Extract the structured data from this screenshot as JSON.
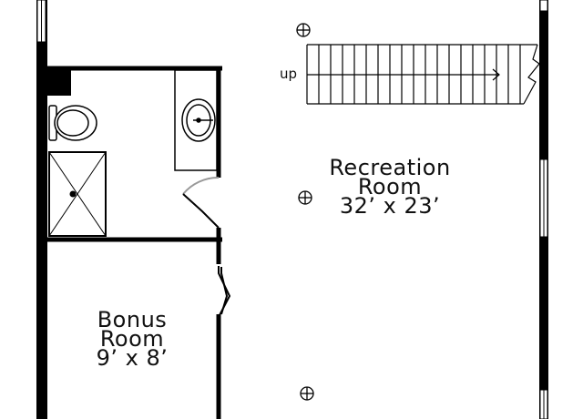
{
  "rooms": {
    "recreation": {
      "name_line1": "Recreation",
      "name_line2": "Room",
      "dimensions": "32’ x 23’"
    },
    "bonus": {
      "name_line1": "Bonus",
      "name_line2": "Room",
      "dimensions": "9’ x 8’"
    }
  },
  "stairs": {
    "direction_label": "up"
  },
  "icons": [
    "ceiling-light-icon",
    "sink-icon",
    "toilet-icon",
    "shower-icon",
    "stair-arrow-icon",
    "door-swing-icon",
    "window-icon"
  ],
  "colors": {
    "wall": "#000000",
    "line": "#222222",
    "door_arc": "#999999",
    "background": "#ffffff"
  }
}
